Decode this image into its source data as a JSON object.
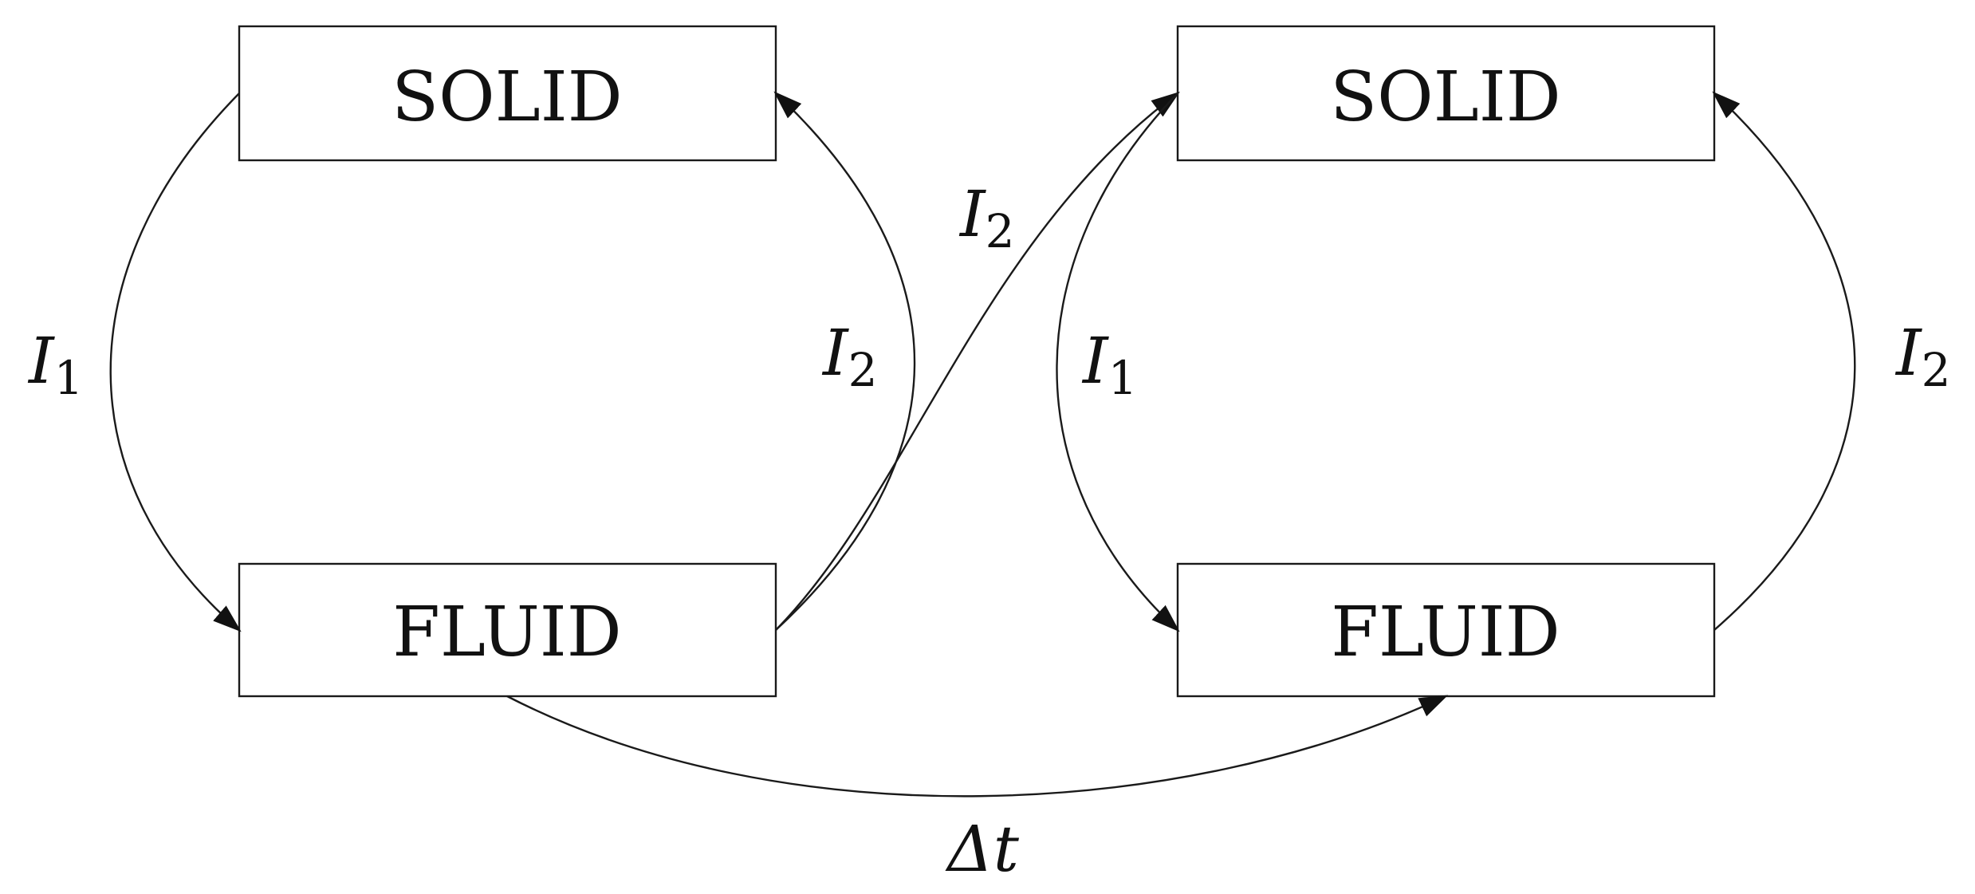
{
  "nodes": {
    "solid_left": "SOLID",
    "fluid_left": "FLUID",
    "solid_right": "SOLID",
    "fluid_right": "FLUID"
  },
  "edges": {
    "solid_to_fluid_left": {
      "symbol": "I",
      "subscript": "1"
    },
    "fluid_to_solid_left": {
      "symbol": "I",
      "subscript": "2"
    },
    "fluid_left_to_solid_right": {
      "symbol": "I",
      "subscript": "2"
    },
    "solid_to_fluid_right": {
      "symbol": "I",
      "subscript": "1"
    },
    "fluid_to_solid_right": {
      "symbol": "I",
      "subscript": "2"
    },
    "time_step": "Δt"
  }
}
